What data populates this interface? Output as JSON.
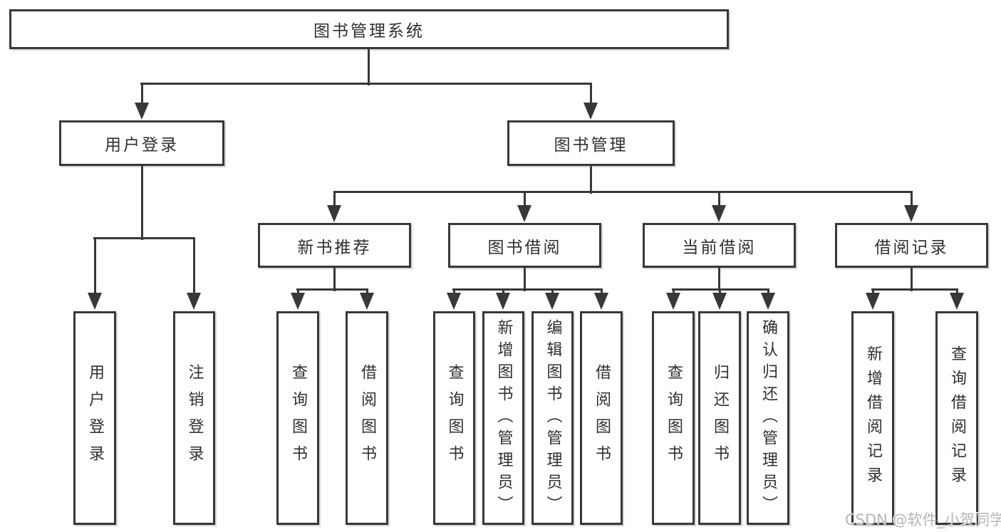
{
  "tree": {
    "label": "图书管理系统",
    "children": [
      {
        "label": "用户登录",
        "children": [
          {
            "label": "用户登录"
          },
          {
            "label": "注销登录"
          }
        ]
      },
      {
        "label": "图书管理",
        "children": [
          {
            "label": "新书推荐",
            "children": [
              {
                "label": "查询图书"
              },
              {
                "label": "借阅图书"
              }
            ]
          },
          {
            "label": "图书借阅",
            "children": [
              {
                "label": "查询图书"
              },
              {
                "label": "新增图书（管理员）"
              },
              {
                "label": "编辑图书（管理员）"
              },
              {
                "label": "借阅图书"
              }
            ]
          },
          {
            "label": "当前借阅",
            "children": [
              {
                "label": "查询图书"
              },
              {
                "label": "归还图书"
              },
              {
                "label": "确认归还（管理员）"
              }
            ]
          },
          {
            "label": "借阅记录",
            "children": [
              {
                "label": "新增借阅记录"
              },
              {
                "label": "查询借阅记录"
              }
            ]
          }
        ]
      }
    ]
  },
  "watermark": {
    "text": "CSDN @软件_小贺同学"
  },
  "colors": {
    "line": "#383838",
    "box_border": "#383838",
    "text": "#2f2f2f",
    "watermark": "#b5b5b5",
    "background": "#ffffff"
  }
}
